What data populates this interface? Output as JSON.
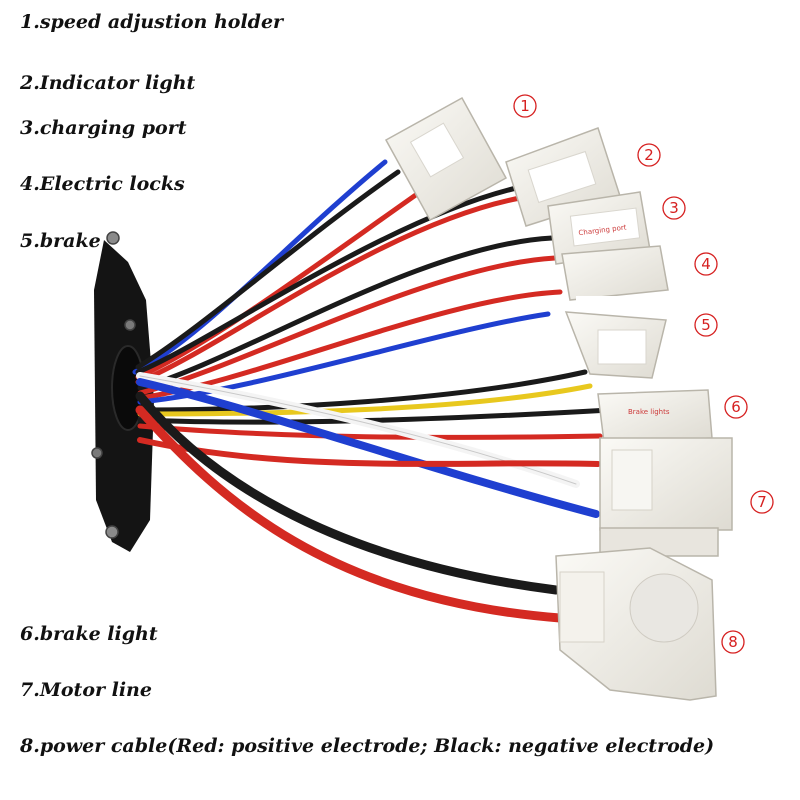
{
  "captions": [
    "1.speed adjustion holder",
    "2.Indicator light",
    "3.charging port",
    "4.Electric locks",
    "5.brake",
    "6.brake light",
    "7.Motor line",
    "8.power cable(Red: positive electrode; Black: negative electrode)"
  ],
  "markers": [
    "1",
    "2",
    "3",
    "4",
    "5",
    "6",
    "7",
    "8"
  ],
  "connector_labels": [
    "Charging port",
    "Brake lights"
  ],
  "colors": {
    "caption_text": "#111111",
    "marker": "#d62020",
    "wire_red": "#d42a22",
    "wire_black": "#1a1a1a",
    "wire_blue": "#1f3fd0",
    "wire_white": "#f4f4f4",
    "wire_yellow": "#e8c81e",
    "connector_body": "#f1efe9",
    "mount_plate": "#141414"
  }
}
